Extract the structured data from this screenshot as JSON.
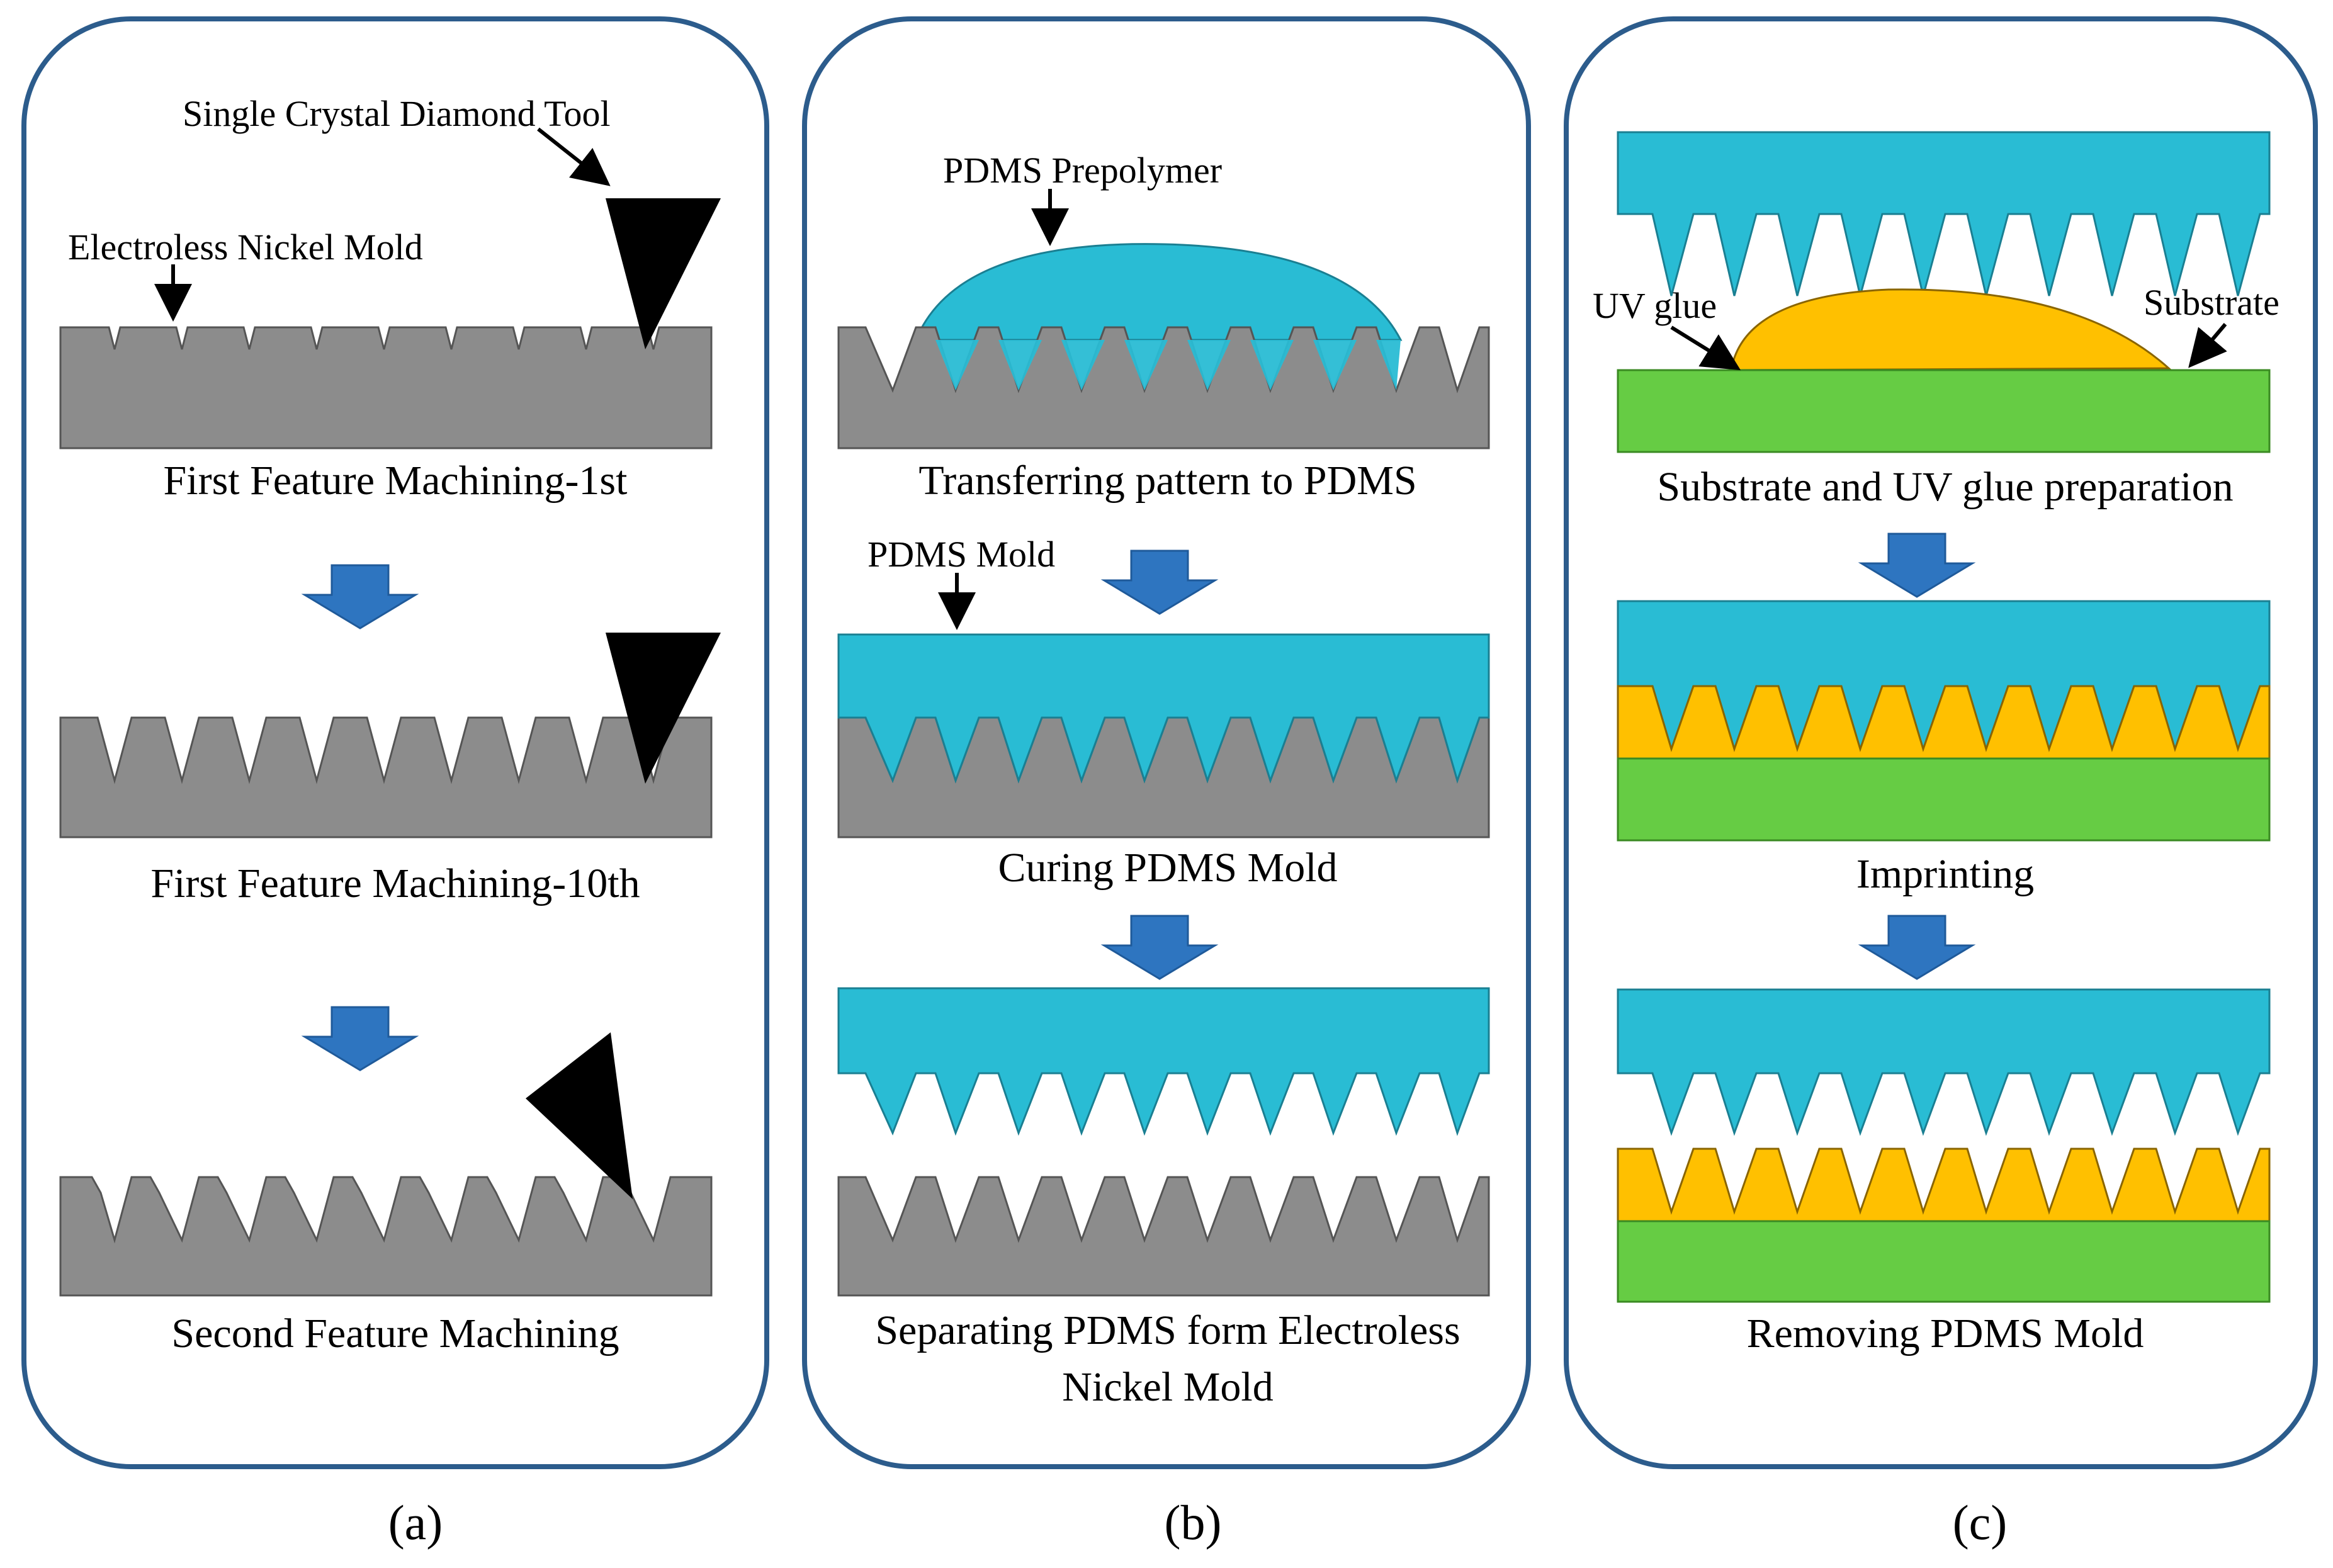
{
  "colors": {
    "nickel_mold": "#8c8c8c",
    "pdms": "#29bcd4",
    "uv_glue": "#ffc000",
    "substrate": "#66cc44",
    "arrow_blue": "#2e75c0",
    "panel_border": "#2c5c8c",
    "tool": "#000000"
  },
  "panels": {
    "a": {
      "tag": "(a)",
      "labels": {
        "tool": "Single Crystal Diamond Tool",
        "mold": "Electroless Nickel Mold"
      },
      "steps": [
        "First Feature  Machining-1st",
        "First Feature Machining-10th",
        "Second Feature Machining"
      ]
    },
    "b": {
      "tag": "(b)",
      "labels": {
        "prepolymer": "PDMS Prepolymer",
        "pdms_mold": "PDMS Mold"
      },
      "steps": [
        "Transferring pattern to PDMS",
        "Curing PDMS Mold",
        "Separating PDMS form Electroless",
        "Nickel Mold"
      ]
    },
    "c": {
      "tag": "(c)",
      "labels": {
        "uv_glue": "UV glue",
        "substrate": "Substrate"
      },
      "steps": [
        "Substrate and UV glue preparation",
        "Imprinting",
        "Removing PDMS Mold"
      ]
    }
  },
  "icons": [
    "down-arrow-icon",
    "diamond-tool-icon",
    "pointer-arrow-icon"
  ]
}
